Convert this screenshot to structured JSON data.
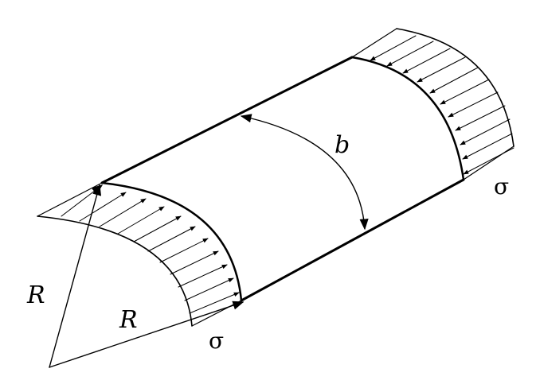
{
  "diagram": {
    "colors": {
      "stroke": "#000000",
      "background": "#ffffff"
    },
    "labels": {
      "arc_width": "b",
      "radius_left": "R",
      "radius_bottom": "R",
      "stress_right": "σ",
      "stress_left": "σ"
    }
  }
}
